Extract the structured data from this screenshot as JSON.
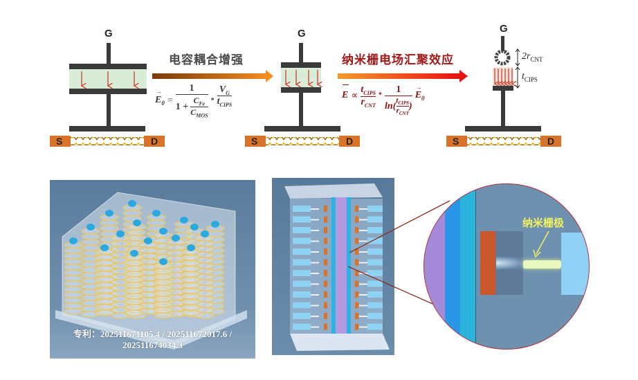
{
  "panels": {
    "transistor_1": {
      "gate_label": "G",
      "source_label": "S",
      "drain_label": "D",
      "field_arrows": 3
    },
    "transistor_2": {
      "gate_label": "G",
      "source_label": "S",
      "drain_label": "D",
      "field_arrows": 4
    },
    "transistor_3": {
      "gate_label": "G",
      "source_label": "S",
      "drain_label": "D",
      "field_arrows": 6,
      "dim_cnt": "2r",
      "dim_cnt_sub": "CNT",
      "dim_cips": "t",
      "dim_cips_sub": "CIPS"
    }
  },
  "arrow_1": {
    "title": "电容耦合增强",
    "formula": {
      "lhs": "E",
      "lhs_sub": "0",
      "eq": "=",
      "frac1_num": "1",
      "frac1_den_prefix": "1 +",
      "frac1_den_num": "C",
      "frac1_den_num_sub": "Fe",
      "frac1_den_den": "C",
      "frac1_den_den_sub": "MOS",
      "times": "*",
      "frac2_num": "V",
      "frac2_num_sub": "G",
      "frac2_den": "t",
      "frac2_den_sub": "CIPS"
    }
  },
  "arrow_2": {
    "title": "纳米栅电场汇聚效应",
    "formula": {
      "lhs": "E",
      "prop": "∝",
      "frac1_num": "t",
      "frac1_num_sub": "CIPS",
      "frac1_den": "r",
      "frac1_den_sub": "CNT",
      "times": "*",
      "frac2_num": "1",
      "frac2_den_ln": "ln(",
      "frac2_den_inner_num": "t",
      "frac2_den_inner_num_sub": "CIPS",
      "frac2_den_inner_den": "r",
      "frac2_den_inner_den_sub": "CNT",
      "frac2_den_close": ")",
      "rhs": "E",
      "rhs_sub": "0"
    }
  },
  "bottom": {
    "patent_line1": "专利：202511671105.4 / 202511672017.6 /",
    "patent_line2": "202511674034.3",
    "zoom_label": "纳米栅极"
  },
  "colors": {
    "plate": "#3a3a3a",
    "dielectric": "#d9ecd8",
    "field_arrow": "#d23a2a",
    "electrode": "#d9732a",
    "arrow1_start": "#7a3a08",
    "arrow1_end": "#f58a20",
    "arrow2_start": "#f59a2a",
    "arrow2_end": "#e81010",
    "title1": "#4a4a4a",
    "title2": "#a01818",
    "formula2": "#8a1212",
    "panel_bg": "#5b7e9e",
    "zoom_bg": "#6f91b0"
  }
}
